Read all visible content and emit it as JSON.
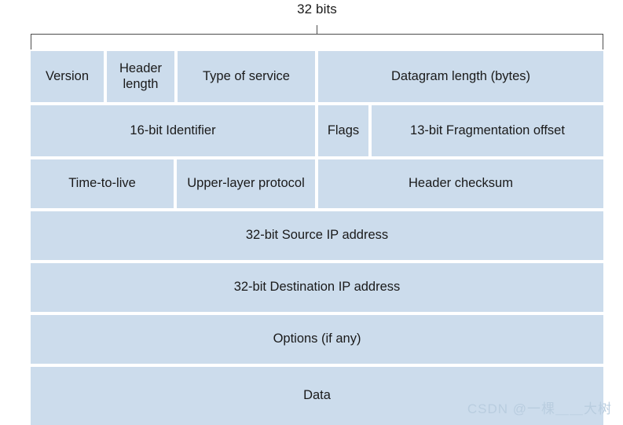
{
  "diagram": {
    "title_caption": "32 bits",
    "colors": {
      "cell_fill": "#ccdcec",
      "text": "#1a1a1a",
      "bracket": "#4d4d4d",
      "watermark": "#b9cddf",
      "background": "#ffffff"
    },
    "rows": [
      {
        "name": "word-1",
        "cells": [
          {
            "label": "Version"
          },
          {
            "label": "Header length"
          },
          {
            "label": "Type of service"
          },
          {
            "label": "Datagram length (bytes)"
          }
        ]
      },
      {
        "name": "word-2",
        "cells": [
          {
            "label": "16-bit Identifier"
          },
          {
            "label": "Flags"
          },
          {
            "label": "13-bit Fragmentation offset"
          }
        ]
      },
      {
        "name": "word-3",
        "cells": [
          {
            "label": "Time-to-live"
          },
          {
            "label": "Upper-layer protocol"
          },
          {
            "label": "Header checksum"
          }
        ]
      },
      {
        "name": "word-4",
        "cells": [
          {
            "label": "32-bit Source IP address"
          }
        ]
      },
      {
        "name": "word-5",
        "cells": [
          {
            "label": "32-bit Destination IP address"
          }
        ]
      },
      {
        "name": "word-6",
        "cells": [
          {
            "label": "Options (if any)"
          }
        ]
      },
      {
        "name": "payload",
        "cells": [
          {
            "label": "Data"
          }
        ]
      }
    ]
  },
  "watermark": {
    "text": "CSDN @一棵＿＿大树"
  }
}
